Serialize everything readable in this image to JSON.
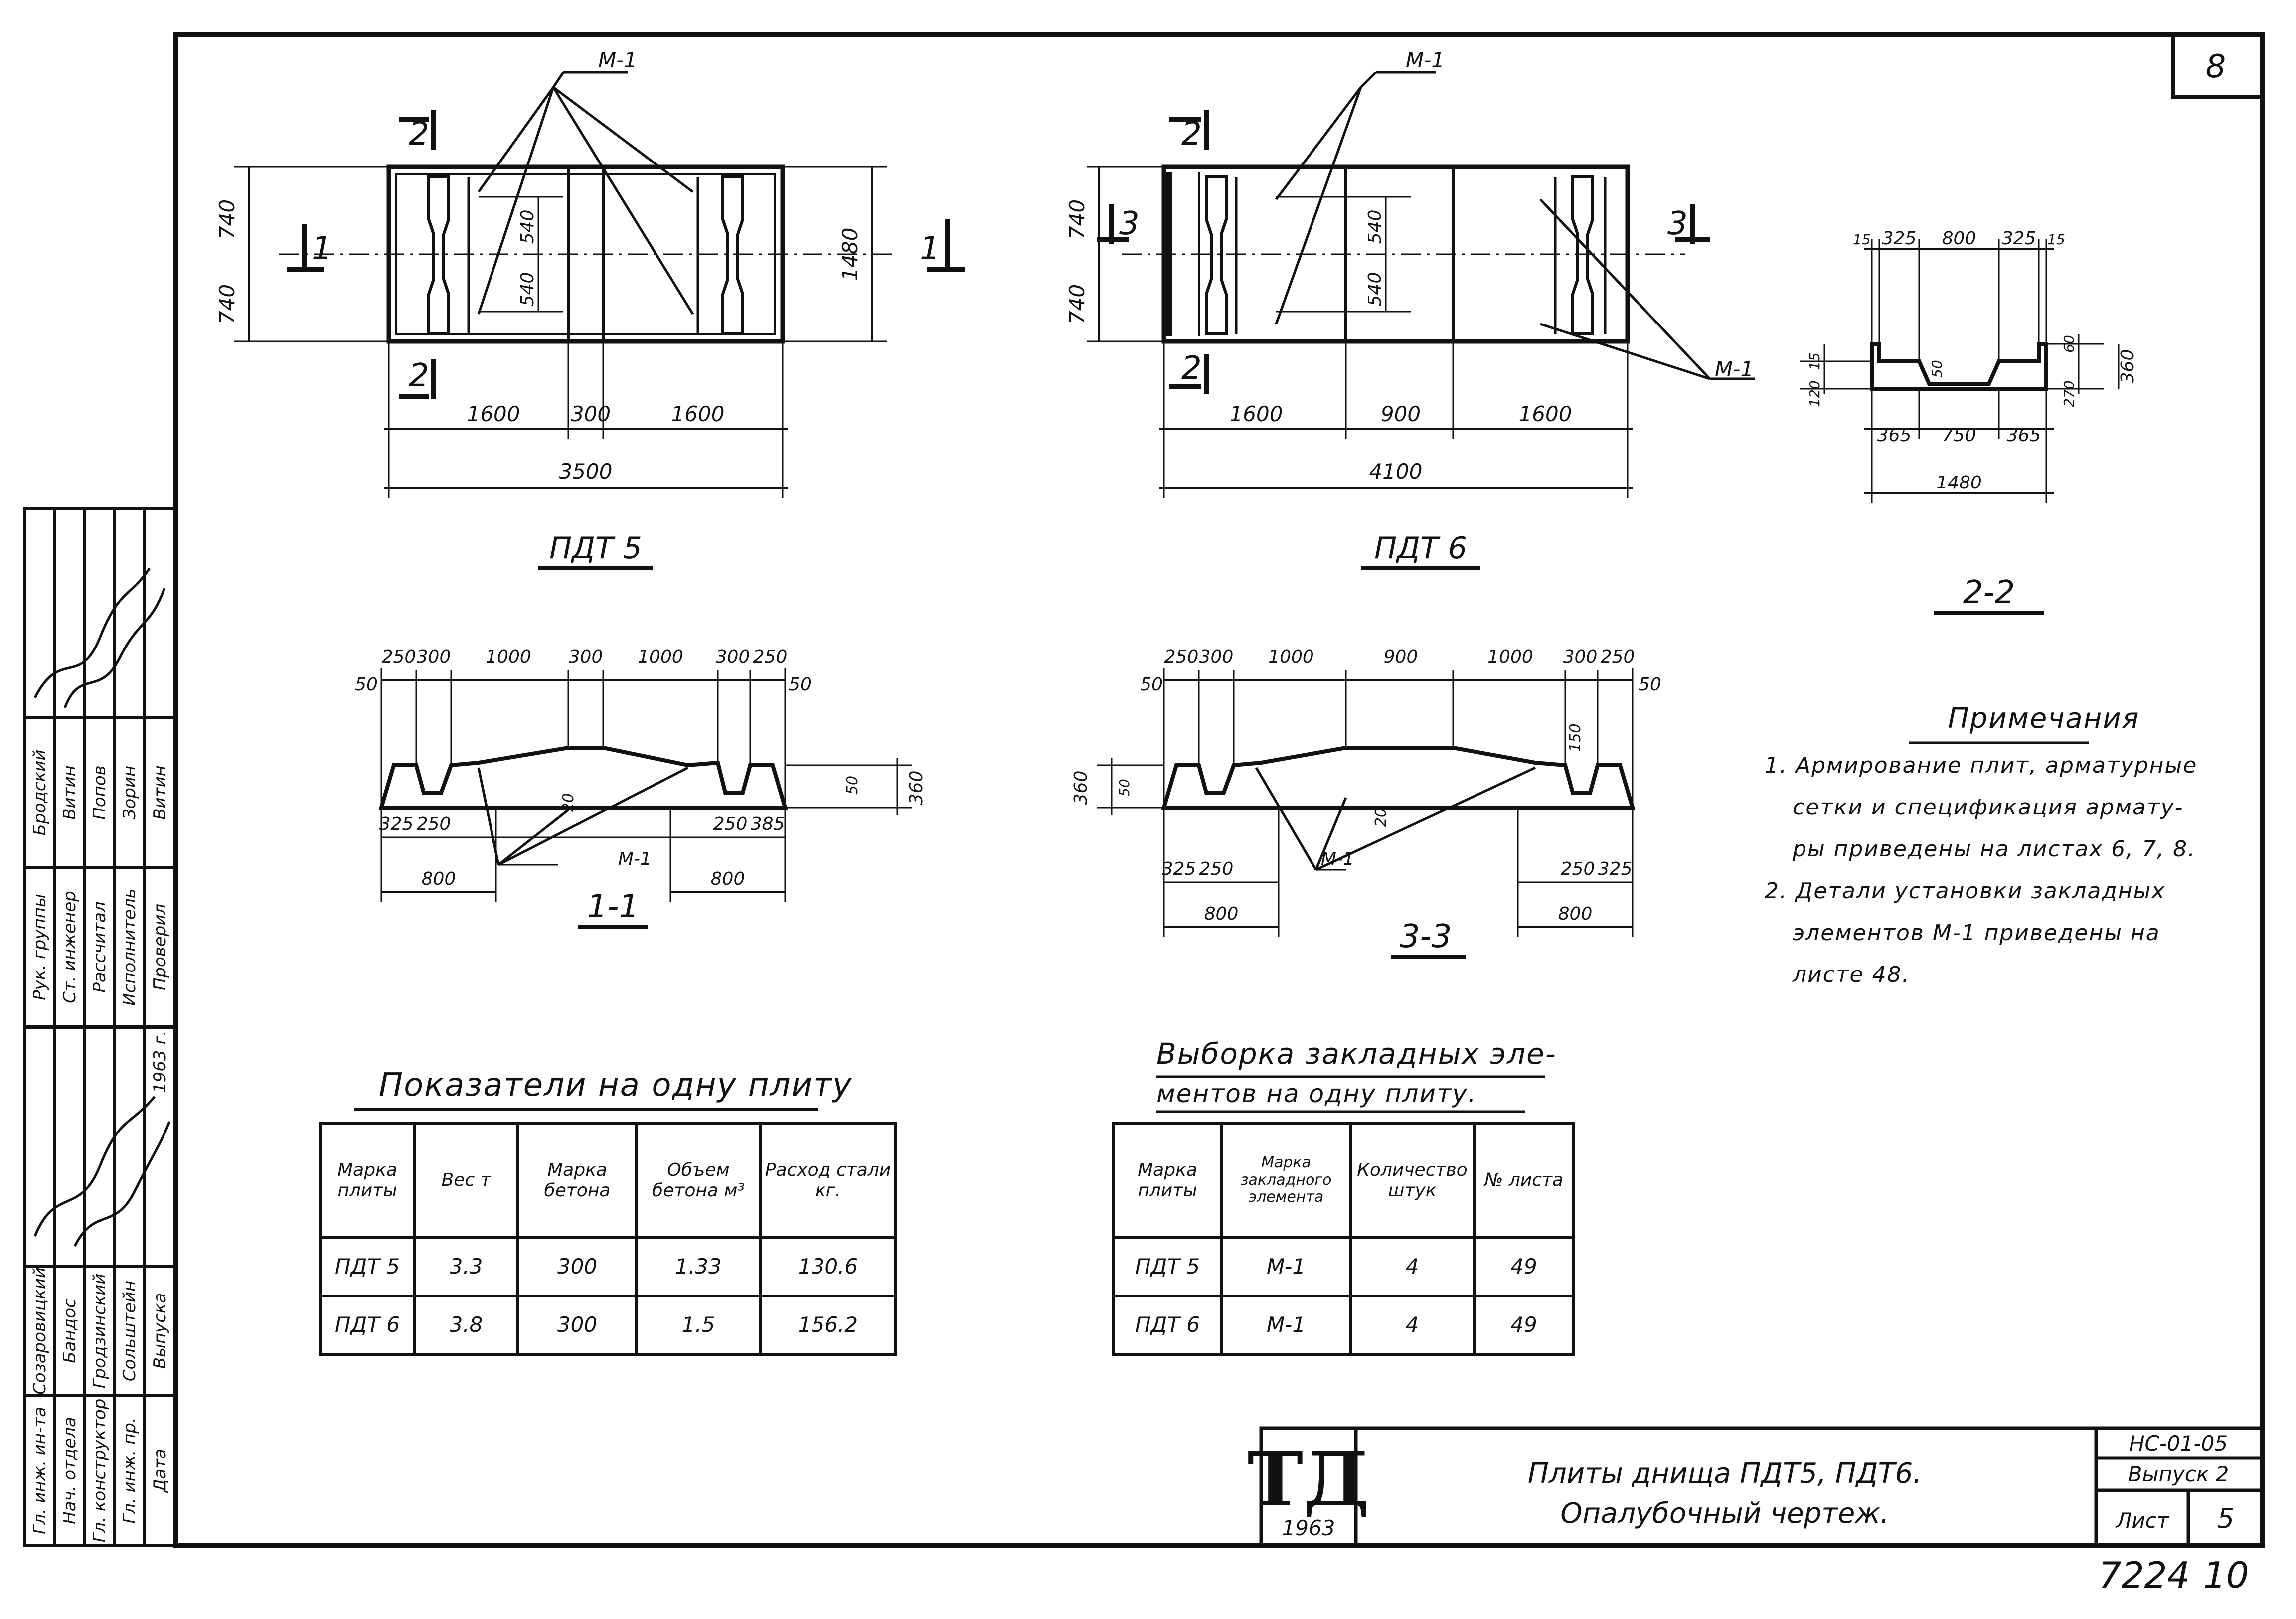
{
  "sheet_corner_number": "8",
  "labels": {
    "embed": "М-1",
    "sec1": "1",
    "sec2": "2",
    "sec3": "3"
  },
  "plan_pdt5": {
    "title": "ПДТ 5",
    "dims_vert": [
      "740",
      "740"
    ],
    "dims_inner": [
      "540",
      "540"
    ],
    "overall_width": "1480",
    "dims_bottom": [
      "1600",
      "300",
      "1600"
    ],
    "overall_length": "3500"
  },
  "plan_pdt6": {
    "title": "ПДТ 6",
    "dims_vert": [
      "740",
      "740"
    ],
    "dims_inner": [
      "540",
      "540"
    ],
    "dims_bottom": [
      "1600",
      "900",
      "1600"
    ],
    "overall_length": "4100"
  },
  "section_22": {
    "title": "2-2",
    "dims_top": [
      "15",
      "325",
      "800",
      "325",
      "15"
    ],
    "dims_bottom": [
      "365",
      "750",
      "365"
    ],
    "overall": "1480",
    "left_dims": [
      "120",
      "15"
    ],
    "inner": "50",
    "right_dims": [
      "60",
      "270"
    ],
    "height": "360"
  },
  "section_11": {
    "title": "1-1",
    "dims_top": [
      "250",
      "300",
      "1000",
      "300",
      "1000",
      "300",
      "250"
    ],
    "side_left": "50",
    "side_right": "50",
    "dims_bottom": [
      "325",
      "250",
      "250",
      "385"
    ],
    "dims_bottom2": [
      "800",
      "800"
    ],
    "mid": "20",
    "right_small": "50",
    "height": "360"
  },
  "section_33": {
    "title": "3-3",
    "dims_top": [
      "250",
      "300",
      "1000",
      "900",
      "1000",
      "300",
      "250"
    ],
    "side_left": "50",
    "side_right": "50",
    "left_dims": [
      "360",
      "50"
    ],
    "mid": "20",
    "right_small": "150",
    "dims_bottom": [
      "325",
      "250",
      "250",
      "325"
    ],
    "dims_bottom2": [
      "800",
      "800"
    ]
  },
  "notes": {
    "title": "Примечания",
    "lines": [
      "1. Армирование плит, арматурные",
      "сетки и спецификация армату-",
      "ры приведены на листах 6, 7, 8.",
      "2. Детали установки закладных",
      "элементов М-1 приведены на",
      "листе 48."
    ]
  },
  "table1": {
    "title": "Показатели на одну плиту",
    "headers": [
      "Марка плиты",
      "Вес т",
      "Марка бетона",
      "Объем бетона м³",
      "Расход стали кг."
    ],
    "rows": [
      [
        "ПДТ 5",
        "3.3",
        "300",
        "1.33",
        "130.6"
      ],
      [
        "ПДТ 6",
        "3.8",
        "300",
        "1.5",
        "156.2"
      ]
    ]
  },
  "table2": {
    "title_line1": "Выборка закладных эле-",
    "title_line2": "ментов на одну плиту.",
    "headers": [
      "Марка плиты",
      "Марка закладного элемента",
      "Количество штук",
      "№ листа"
    ],
    "rows": [
      [
        "ПДТ 5",
        "М-1",
        "4",
        "49"
      ],
      [
        "ПДТ 6",
        "М-1",
        "4",
        "49"
      ]
    ]
  },
  "title_block": {
    "logo": "ТД",
    "logo_year": "1963",
    "title_line1": "Плиты днища ПДТ5, ПДТ6.",
    "title_line2": "Опалубочный чертеж.",
    "code": "НС-01-05",
    "issue": "Выпуск 2",
    "sheet_label": "Лист",
    "sheet_no": "5",
    "archive_no": "7224",
    "archive_page": "10"
  },
  "stamp": {
    "roles": [
      "Гл. инж. ин-та",
      "Нач. отдела",
      "Гл. конструктор",
      "Гл. инж. пр.",
      "Дата"
    ],
    "names": [
      "Созаровицкий",
      "Бандос",
      "Гродзинский",
      "Сольштейн",
      "Выпуска"
    ],
    "year": "1963 г.",
    "roles2": [
      "Рук. группы",
      "Ст. инженер",
      "Рассчитал",
      "Исполнитель",
      "Проверил"
    ],
    "names2": [
      "Бродский",
      "Витин",
      "Попов",
      "Зорин",
      "Витин"
    ]
  }
}
